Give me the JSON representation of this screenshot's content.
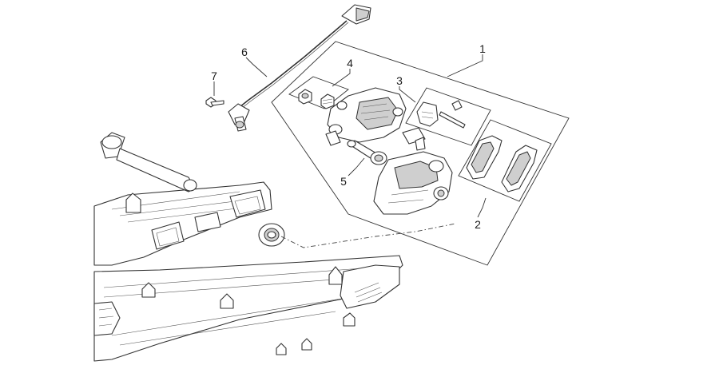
{
  "diagram": {
    "callouts": [
      {
        "id": "1",
        "text": "1"
      },
      {
        "id": "2",
        "text": "2"
      },
      {
        "id": "3",
        "text": "3"
      },
      {
        "id": "4",
        "text": "4"
      },
      {
        "id": "5",
        "text": "5"
      },
      {
        "id": "6",
        "text": "6"
      },
      {
        "id": "7",
        "text": "7"
      }
    ],
    "colors": {
      "line": "#333333",
      "shade": "#cfcfcf",
      "background": "#ffffff"
    }
  }
}
